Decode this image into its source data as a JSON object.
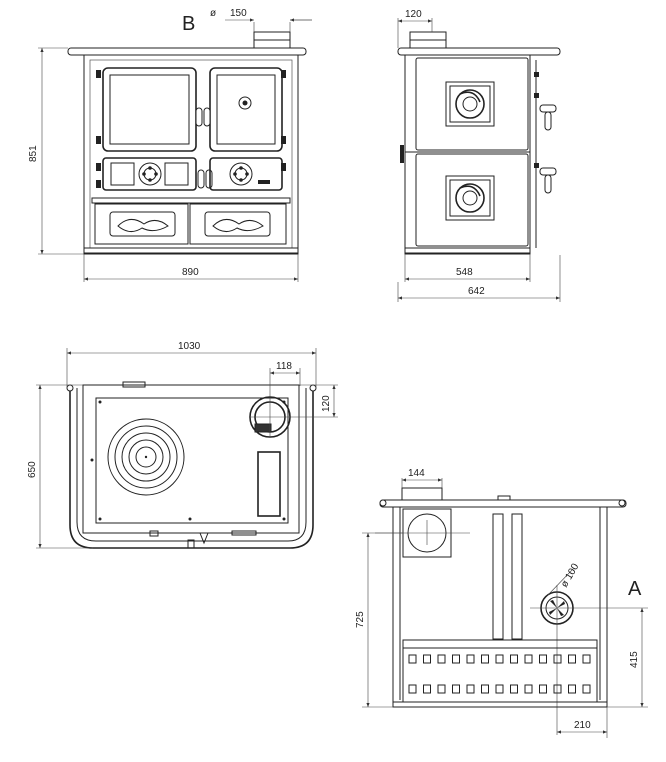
{
  "labels": {
    "marker_b": "B",
    "marker_a": "A",
    "diameter_symbol": "ø"
  },
  "front_view": {
    "flue_diameter": "150",
    "height": "851",
    "width": "890"
  },
  "side_view": {
    "flue_offset": "120",
    "body_depth": "548",
    "total_depth": "642"
  },
  "top_view": {
    "total_width": "1030",
    "flue_x_offset": "118",
    "flue_y_offset": "120",
    "depth": "650"
  },
  "back_view": {
    "flue_width": "144",
    "pipe_diameter": "ø 100",
    "flue_height": "725",
    "pipe_height": "415",
    "pipe_offset": "210"
  }
}
